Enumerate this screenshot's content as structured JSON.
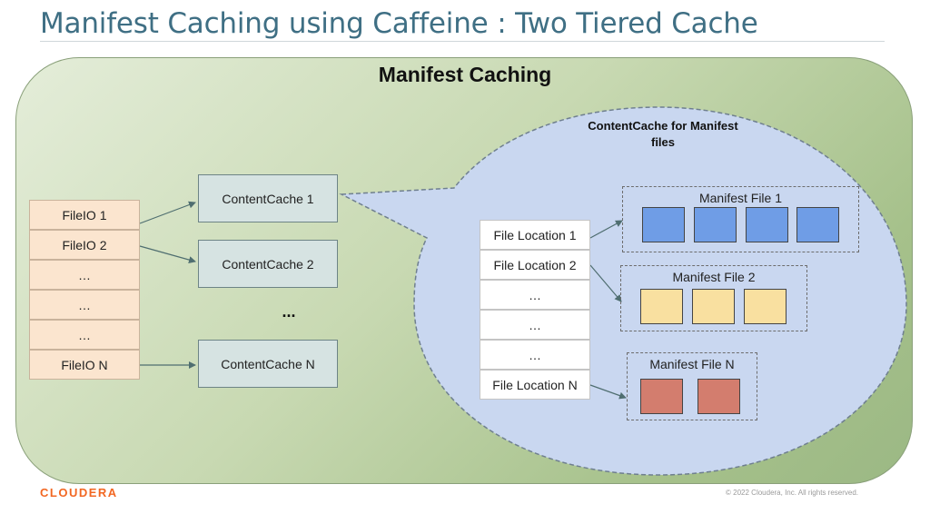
{
  "slide": {
    "title": "Manifest Caching using Caffeine : Two Tiered Cache",
    "panel_title": "Manifest Caching",
    "bubble_title": "ContentCache for Manifest files",
    "middle_ellipsis": "...",
    "logo": "CLOUDERA",
    "copyright": "© 2022 Cloudera, Inc. All rights reserved."
  },
  "fileio": [
    "FileIO  1",
    "FileIO 2",
    "…",
    "…",
    "…",
    "FileIO N"
  ],
  "content_caches": [
    "ContentCache 1",
    "ContentCache 2",
    "ContentCache N"
  ],
  "file_locations": [
    "File Location 1",
    "File Location 2",
    "…",
    "…",
    "…",
    "File Location N"
  ],
  "manifest_files": [
    {
      "label": "Manifest File 1",
      "color": "#6f9de6",
      "blocks": 4
    },
    {
      "label": "Manifest File 2",
      "color": "#f9e0a0",
      "blocks": 3
    },
    {
      "label": "Manifest File N",
      "color": "#d37d6e",
      "blocks": 2
    }
  ],
  "colors": {
    "title": "#3f6f84",
    "logo": "#f26722",
    "bubble": "#c9d7f0",
    "arrow": "#4f6e70"
  }
}
